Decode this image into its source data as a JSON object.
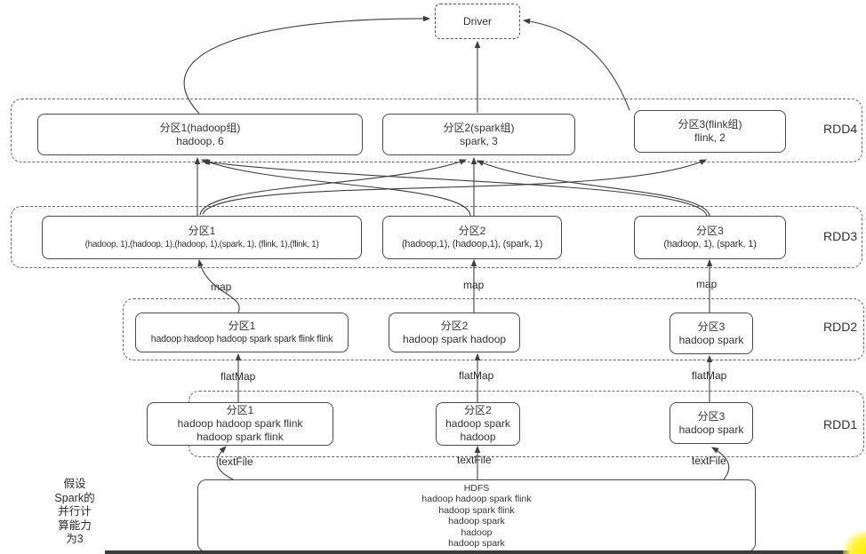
{
  "driver": {
    "label": "Driver"
  },
  "layers": [
    {
      "id": "rdd4",
      "label": "RDD4",
      "boxes": [
        {
          "title": "分区1(hadoop组)",
          "lines": [
            "hadoop, 6"
          ]
        },
        {
          "title": "分区2(spark组)",
          "lines": [
            "spark, 3"
          ]
        },
        {
          "title": "分区3(flink组)",
          "lines": [
            "flink, 2"
          ]
        }
      ]
    },
    {
      "id": "rdd3",
      "label": "RDD3",
      "boxes": [
        {
          "title": "分区1",
          "lines": [
            "(hadoop, 1),(hadoop, 1),(hadoop, 1),(spark, 1), (flink, 1),(flink, 1)"
          ]
        },
        {
          "title": "分区2",
          "lines": [
            "(hadoop,1), (hadoop,1), (spark, 1)"
          ]
        },
        {
          "title": "分区3",
          "lines": [
            "(hadoop, 1), (spark, 1)"
          ]
        }
      ]
    },
    {
      "id": "rdd2",
      "label": "RDD2",
      "boxes": [
        {
          "title": "分区1",
          "lines": [
            "hadoop hadoop hadoop spark spark flink flink"
          ]
        },
        {
          "title": "分区2",
          "lines": [
            "hadoop spark hadoop"
          ]
        },
        {
          "title": "分区3",
          "lines": [
            "hadoop spark"
          ]
        }
      ]
    },
    {
      "id": "rdd1",
      "label": "RDD1",
      "boxes": [
        {
          "title": "分区1",
          "lines": [
            "hadoop hadoop spark flink",
            "hadoop spark flink"
          ]
        },
        {
          "title": "分区2",
          "lines": [
            "hadoop spark",
            "hadoop"
          ]
        },
        {
          "title": "分区3",
          "lines": [
            "hadoop spark"
          ]
        }
      ]
    }
  ],
  "operations": {
    "map": "map",
    "flatMap": "flatMap",
    "textFile": "textFile"
  },
  "hdfs": {
    "title": "HDFS",
    "lines": [
      "hadoop hadoop spark flink",
      "hadoop spark flink",
      "hadoop spark",
      "hadoop",
      "hadoop spark"
    ]
  },
  "note": {
    "lines": [
      "假设",
      "Spark的",
      "并行计",
      "算能力",
      "为3"
    ]
  },
  "colors": {
    "line": "#3f3f3f",
    "box_border": "#4a4a4a",
    "bottom_bar": "#3c3c3c",
    "corner_glow": "#ffee00"
  }
}
